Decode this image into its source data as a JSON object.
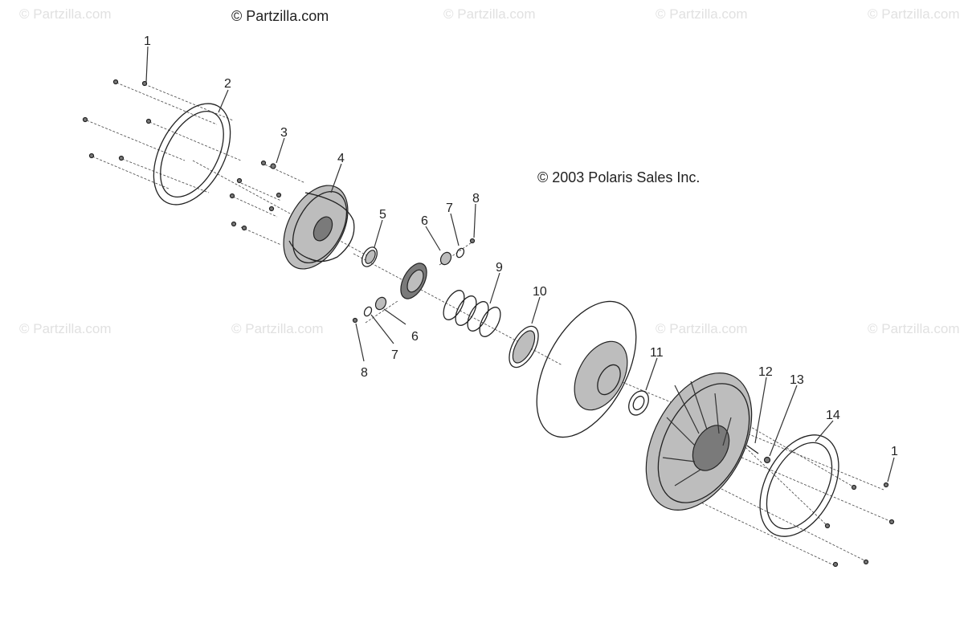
{
  "watermarks": [
    "© Partzilla.com",
    "© Partzilla.com",
    "© Partzilla.com",
    "© Partzilla.com",
    "© Partzilla.com",
    "© Partzilla.com",
    "© Partzilla.com",
    "© Partzilla.com"
  ],
  "brand": "© Partzilla.com",
  "copyright": "© 2003 Polaris Sales Inc.",
  "callouts": [
    {
      "label": "1"
    },
    {
      "label": "2"
    },
    {
      "label": "3"
    },
    {
      "label": "4"
    },
    {
      "label": "5"
    },
    {
      "label": "6"
    },
    {
      "label": "7"
    },
    {
      "label": "8"
    },
    {
      "label": "9"
    },
    {
      "label": "10"
    },
    {
      "label": "6"
    },
    {
      "label": "7"
    },
    {
      "label": "8"
    },
    {
      "label": "11"
    },
    {
      "label": "12"
    },
    {
      "label": "13"
    },
    {
      "label": "14"
    },
    {
      "label": "1"
    }
  ]
}
